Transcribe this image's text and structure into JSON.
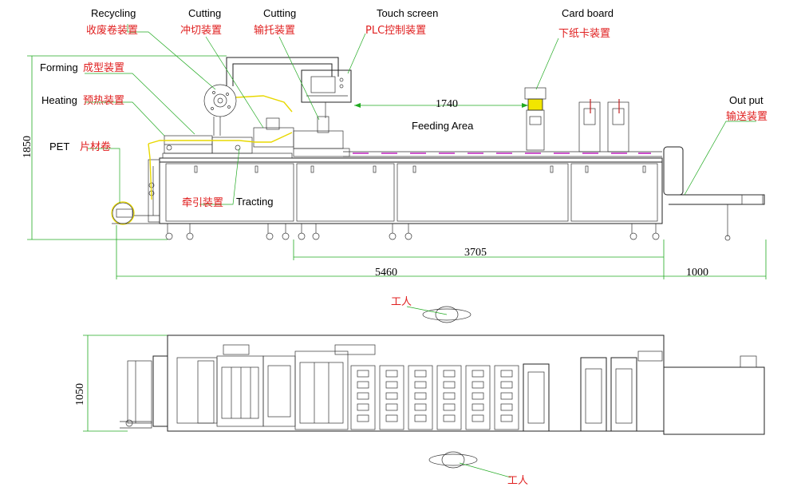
{
  "labels": {
    "recycling_en": "Recycling",
    "recycling_cn": "收废卷装置",
    "cutting1_en": "Cutting",
    "cutting1_cn": "冲切装置",
    "cutting2_en": "Cutting",
    "cutting2_cn": "输托装置",
    "touch_en": "Touch screen",
    "touch_cn": "PLC控制装置",
    "card_en": "Card board",
    "card_cn": "下纸卡装置",
    "forming_en": "Forming",
    "forming_cn": "成型装置",
    "heating_en": "Heating",
    "heating_cn": "预热装置",
    "pet_en": "PET",
    "pet_cn": "片材卷",
    "tracting_cn": "牵引装置",
    "tracting_en": "Tracting",
    "output_en": "Out put",
    "output_cn": "输送装置",
    "feeding_area": "Feeding Area",
    "worker_top": "工人",
    "worker_bottom": "工人"
  },
  "dimensions": {
    "d1740": "1740",
    "d1850": "1850",
    "d3705": "3705",
    "d5460": "5460",
    "d1000": "1000",
    "d1050": "1050"
  },
  "colors": {
    "dimension_line": "#22aa22",
    "chinese_label": "#e02020",
    "tray_highlight": "#c020c0",
    "web_path": "#e8d800",
    "card_box": "#f2e600"
  }
}
